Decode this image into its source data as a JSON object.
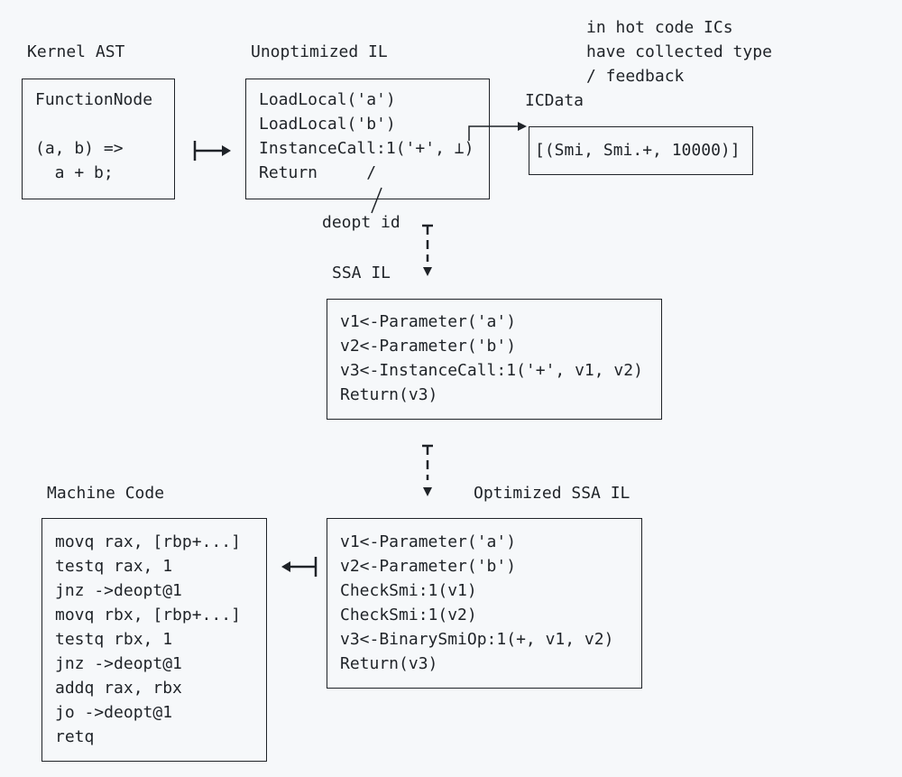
{
  "labels": {
    "kernel_ast": "Kernel AST",
    "unoptimized_il": "Unoptimized IL",
    "ic_note": [
      "in hot code ICs",
      "have collected type",
      "/ feedback"
    ],
    "icdata": "ICData",
    "deopt_id": "deopt id",
    "ssa_il": "SSA IL",
    "machine_code": "Machine Code",
    "optimized_ssa_il": "Optimized SSA IL"
  },
  "kernel_box": [
    "FunctionNode",
    "",
    "(a, b) =>",
    "  a + b;"
  ],
  "unopt_box": [
    "LoadLocal('a')",
    "LoadLocal('b')",
    "InstanceCall:1('+', ⊥)",
    "Return     /"
  ],
  "icdata_box": [
    "[(Smi, Smi.+, 10000)]"
  ],
  "ssa_box": [
    "v1<-Parameter('a')",
    "v2<-Parameter('b')",
    "v3<-InstanceCall:1('+', v1, v2)",
    "Return(v3)"
  ],
  "opt_box": [
    "v1<-Parameter('a')",
    "v2<-Parameter('b')",
    "CheckSmi:1(v1)",
    "CheckSmi:1(v2)",
    "v3<-BinarySmiOp:1(+, v1, v2)",
    "Return(v3)"
  ],
  "machine_box": [
    "movq rax, [rbp+...]",
    "testq rax, 1",
    "jnz ->deopt@1",
    "movq rbx, [rbp+...]",
    "testq rbx, 1",
    "jnz ->deopt@1",
    "addq rax, rbx",
    "jo ->deopt@1",
    "retq"
  ]
}
